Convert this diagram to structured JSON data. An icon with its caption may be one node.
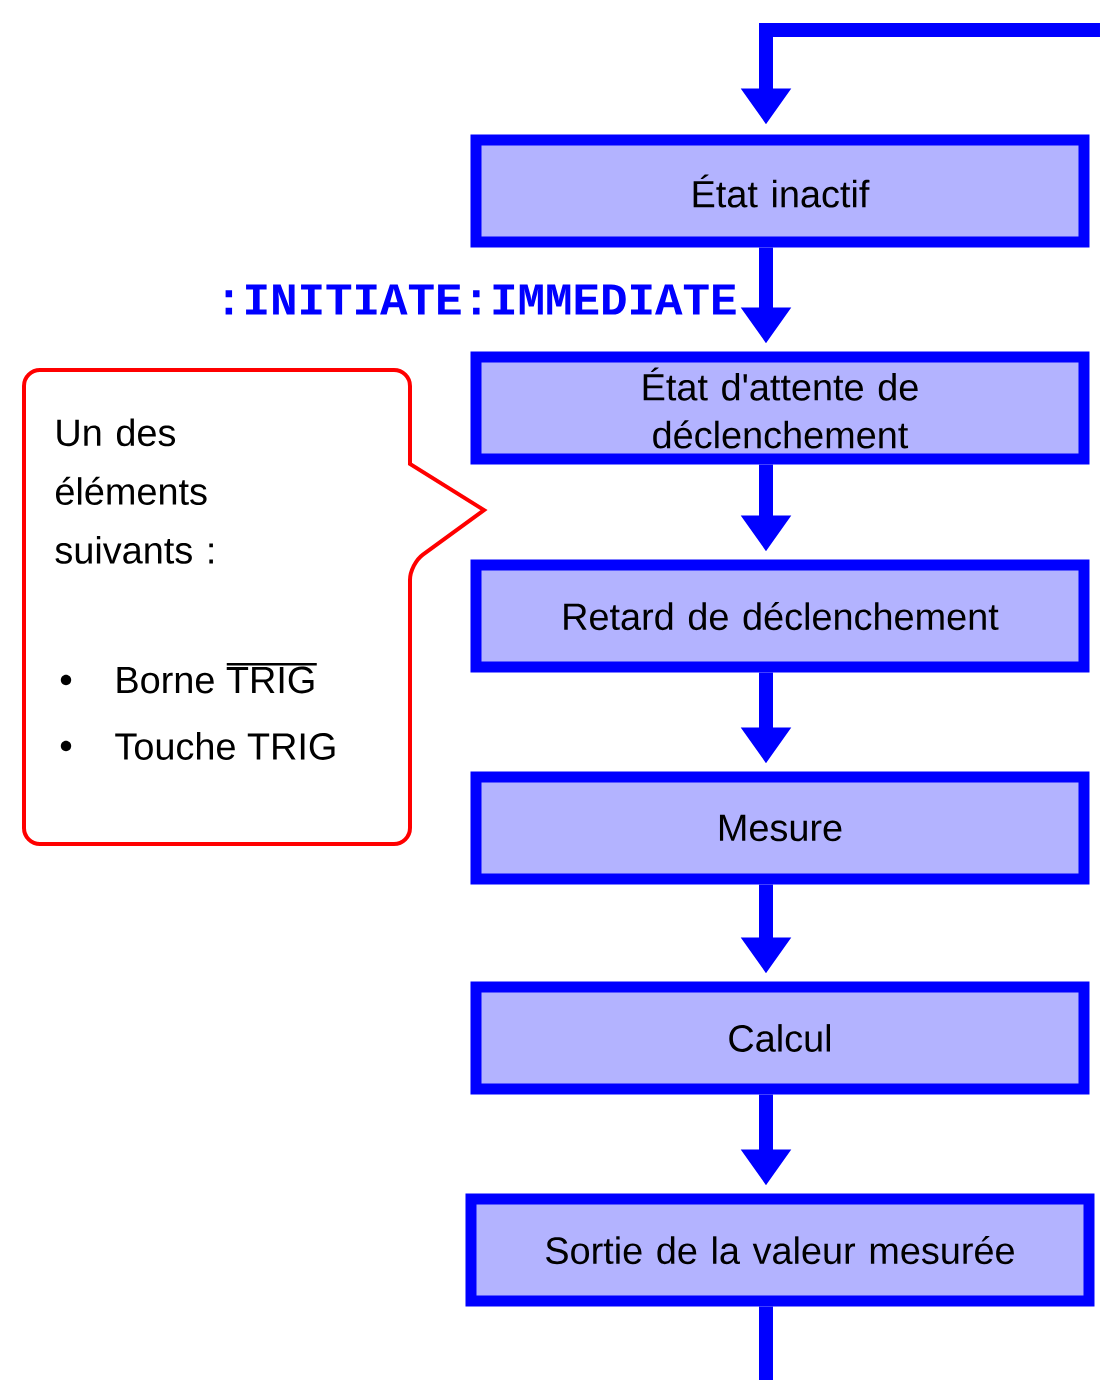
{
  "diagram": {
    "nodes": [
      {
        "text": [
          "État inactif"
        ]
      },
      {
        "text": [
          "État d'attente de déclenchement"
        ]
      },
      {
        "text": [
          "Retard de déclenchement"
        ]
      },
      {
        "text": [
          "Mesure"
        ]
      },
      {
        "text": [
          "Calcul"
        ]
      },
      {
        "text": [
          "Sortie de la valeur mesurée"
        ]
      },
      {
        "text": [
          "Un des éléments suivants :",
          "Borne TRIG",
          "Touche TRIG"
        ]
      }
    ],
    "edges": [
      {
        "from": null,
        "to": 0,
        "arrow": "to"
      },
      {
        "from": 0,
        "to": 1,
        "arrow": "to",
        "label": ":INITIATE:IMMEDIATE"
      },
      {
        "from": 1,
        "to": 2,
        "arrow": "to"
      },
      {
        "from": 2,
        "to": 3,
        "arrow": "to"
      },
      {
        "from": 3,
        "to": 4,
        "arrow": "to"
      },
      {
        "from": 4,
        "to": 5,
        "arrow": "to"
      },
      {
        "from": 5,
        "to": null,
        "arrow": "none"
      }
    ]
  }
}
